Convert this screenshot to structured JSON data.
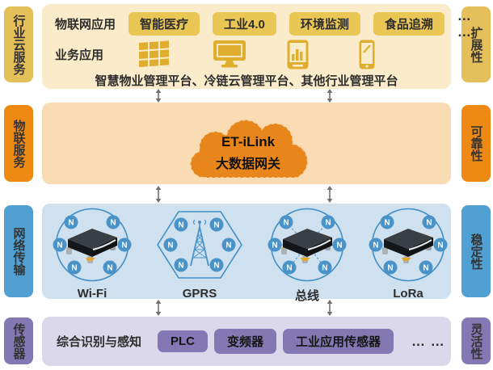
{
  "side_labels": {
    "left": [
      "行业云服务",
      "物联服务",
      "网络传输",
      "传感器"
    ],
    "right": [
      "扩展性",
      "可靠性",
      "稳定性",
      "灵活性"
    ]
  },
  "app_layer": {
    "row1_label": "物联网应用",
    "apps": [
      "智能医疗",
      "工业4.0",
      "环境监测",
      "食品追溯"
    ],
    "more": "… …",
    "row2_label": "业务应用",
    "platforms": "智慧物业管理平台、冷链云管理平台、其他行业管理平台"
  },
  "cloud_layer": {
    "title": "ET-iLink",
    "subtitle": "大数据网关"
  },
  "network_layer": {
    "node_letter": "N",
    "groups": [
      {
        "label": "Wi-Fi"
      },
      {
        "label": "GPRS"
      },
      {
        "label": "总线"
      },
      {
        "label": "LoRa"
      }
    ]
  },
  "sensor_layer": {
    "label": "综合识别与感知",
    "devices": [
      "PLC",
      "变频器",
      "工业应用传感器"
    ],
    "more": "… …"
  },
  "colors": {
    "yellow_label": "#e5bf5a",
    "yellow_panel": "#faecca",
    "gold_button": "#eac654",
    "gold_icon": "#dfae2e",
    "orange_label": "#ee8a13",
    "orange_panel": "#f9dcb4",
    "cloud_fill": "#e8851b",
    "blue_label": "#51a0d4",
    "blue_panel": "#cfe0ef",
    "node_blue": "#4a93c9",
    "purple_label": "#8478b4",
    "purple_panel": "#dcd8eb",
    "arrow_gray": "#707175",
    "text_dark": "#2d2d2d"
  }
}
